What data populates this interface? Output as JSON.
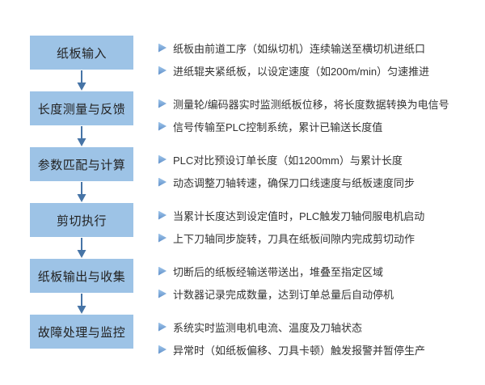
{
  "diagram": {
    "type": "vertical-flowchart",
    "colors": {
      "box_fill": "#9DC3E6",
      "box_text": "#222222",
      "arrow": "#4674A6",
      "bullet_triangle_top": "#9EC5EA",
      "bullet_triangle_bottom": "#5D8EC8",
      "body_text": "#333333",
      "background": "#FFFFFF"
    },
    "steps": [
      {
        "label": "纸板输入",
        "bullets": [
          "纸板由前道工序（如纵切机）连续输送至横切机进纸口",
          "进纸辊夹紧纸板，以设定速度（如200m/min）匀速推进"
        ]
      },
      {
        "label": "长度测量与反馈",
        "bullets": [
          "测量轮/编码器实时监测纸板位移，将长度数据转换为电信号",
          "信号传输至PLC控制系统，累计已输送长度值"
        ]
      },
      {
        "label": "参数匹配与计算",
        "bullets": [
          "PLC对比预设订单长度（如1200mm）与累计长度",
          "动态调整刀轴转速，确保刀口线速度与纸板速度同步"
        ]
      },
      {
        "label": "剪切执行",
        "bullets": [
          "当累计长度达到设定值时，PLC触发刀轴伺服电机启动",
          "上下刀轴同步旋转，刀具在纸板间隙内完成剪切动作"
        ]
      },
      {
        "label": "纸板输出与收集",
        "bullets": [
          "切断后的纸板经输送带送出，堆叠至指定区域",
          "计数器记录完成数量，达到订单总量后自动停机"
        ]
      },
      {
        "label": "故障处理与监控",
        "bullets": [
          "系统实时监测电机电流、温度及刀轴状态",
          "异常时（如纸板偏移、刀具卡顿）触发报警并暂停生产"
        ]
      }
    ]
  }
}
